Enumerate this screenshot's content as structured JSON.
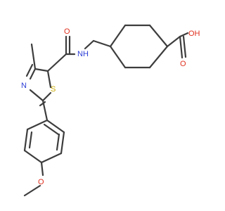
{
  "molecule": {
    "atoms": {
      "oh": "OH",
      "o_carboxyl": "O",
      "o_amide": "O",
      "nh": "NH",
      "n_thiazole": "N",
      "s_thiazole": "S",
      "o_methoxy": "O"
    }
  },
  "colors": {
    "bond": "#3d3d3d",
    "oxygen": "#e0301e",
    "nitrogen": "#2d3fd6",
    "sulfur": "#c8a800"
  }
}
